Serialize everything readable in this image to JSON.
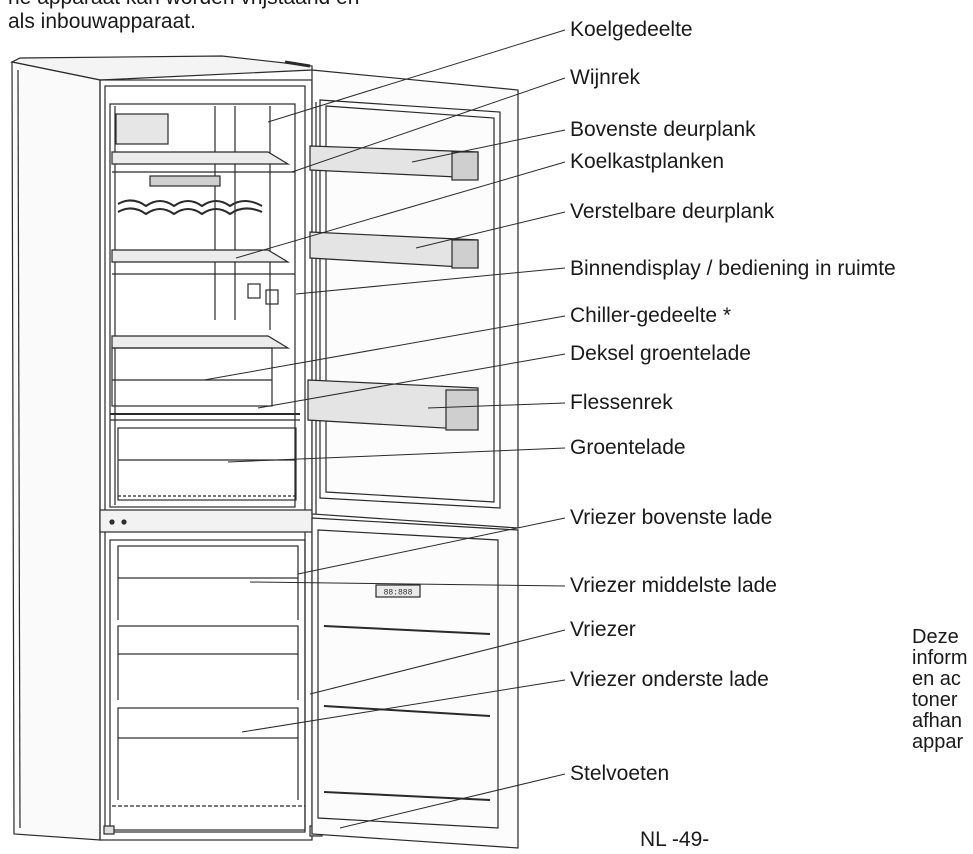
{
  "intro": {
    "line1_partial": "he apparaat kan worden vrijstaand en",
    "line2": "als inbouwapparaat."
  },
  "labels": [
    {
      "id": "koelgedeelte",
      "text": "Koelgedeelte"
    },
    {
      "id": "wijnrek",
      "text": "Wijnrek"
    },
    {
      "id": "bovenste-deurplank",
      "text": "Bovenste deurplank"
    },
    {
      "id": "koelkastplanken",
      "text": "Koelkastplanken"
    },
    {
      "id": "verstelbare-deurplank",
      "text": "Verstelbare deurplank"
    },
    {
      "id": "binnendisplay",
      "text": "Binnendisplay / bediening in ruimte"
    },
    {
      "id": "chiller-gedeelte",
      "text": "Chiller-gedeelte *"
    },
    {
      "id": "deksel-groentelade",
      "text": "Deksel groentelade"
    },
    {
      "id": "flessenrek",
      "text": "Flessenrek"
    },
    {
      "id": "groentelade",
      "text": "Groentelade"
    },
    {
      "id": "vriezer-bovenste-lade",
      "text": "Vriezer bovenste lade"
    },
    {
      "id": "vriezer-middelste-lade",
      "text": "Vriezer middelste lade"
    },
    {
      "id": "vriezer",
      "text": "Vriezer"
    },
    {
      "id": "vriezer-onderste-lade",
      "text": "Vriezer onderste lade"
    },
    {
      "id": "stelvoeten",
      "text": "Stelvoeten"
    }
  ],
  "side_note": [
    "Deze",
    "inform",
    "en ac",
    "toner",
    "afhan",
    "appar"
  ],
  "display_text": "88:888",
  "page_number": "NL -49-"
}
